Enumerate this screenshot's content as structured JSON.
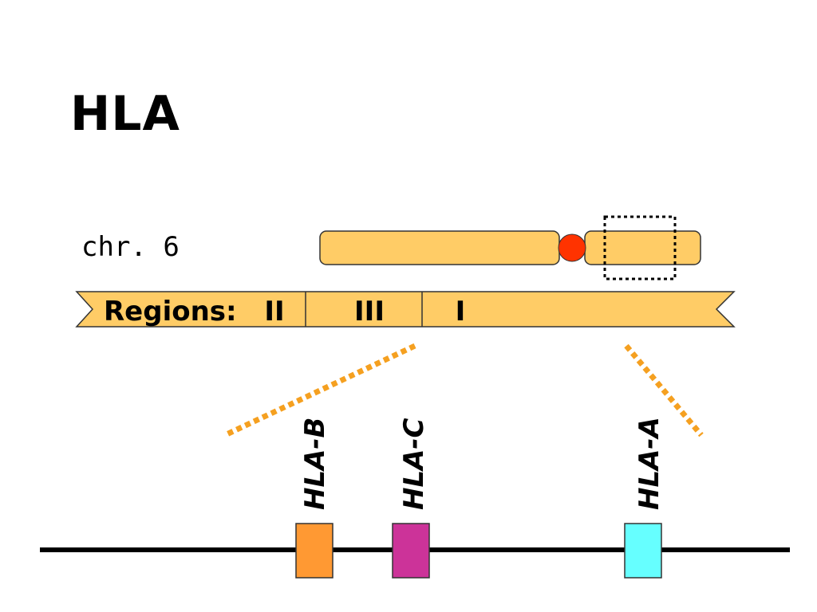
{
  "title": "HLA",
  "chromosome": {
    "label": "chr. 6"
  },
  "regions": {
    "label": "Regions:",
    "items": [
      "II",
      "III",
      "I"
    ]
  },
  "genes": [
    {
      "name": "HLA-B",
      "color": "#ff9933"
    },
    {
      "name": "HLA-C",
      "color": "#cc3399"
    },
    {
      "name": "HLA-A",
      "color": "#66ffff"
    }
  ],
  "colors": {
    "chromosome_fill": "#ffcc66",
    "centromere": "#ff3300",
    "zoom_lines": "#f5a020",
    "backbone": "#000000"
  }
}
